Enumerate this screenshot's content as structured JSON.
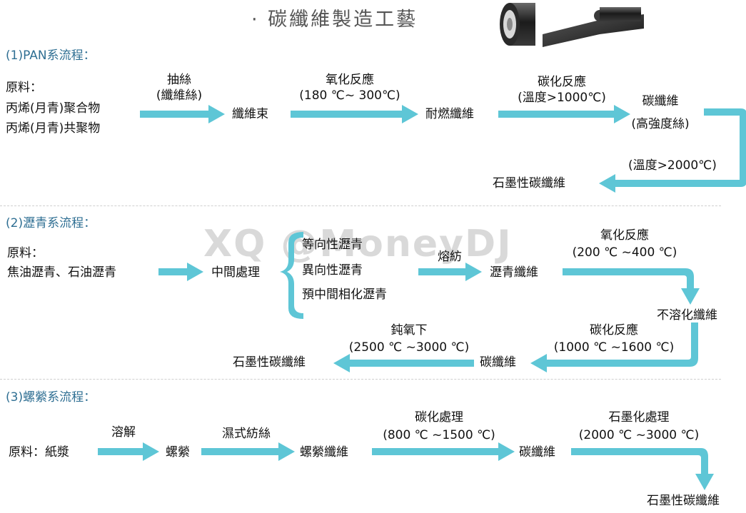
{
  "title": "· 碳纖維製造工藝",
  "watermark": "XQ @MoneyDJ",
  "colors": {
    "arrow": "#5ec6d6",
    "section": "#2f6f93"
  },
  "pan": {
    "header": "(1)PAN系流程：",
    "raw_label": "原料：",
    "raw_1": "丙烯(月青)聚合物",
    "raw_2": "丙烯(月青)共聚物",
    "step1_top": "抽絲",
    "step1_bottom": "(纖維絲)",
    "node1": "纖維束",
    "step2_top": "氧化反應",
    "step2_bottom": "(180 ℃~ 300℃)",
    "node2": "耐燃纖維",
    "step3_top": "碳化反應",
    "step3_bottom": "(溫度>1000℃)",
    "node3_top": "碳纖維",
    "node3_bottom": "(高強度絲)",
    "step4": "(溫度>2000℃)",
    "final": "石墨性碳纖維"
  },
  "pitch": {
    "header": "(2)瀝青系流程：",
    "raw_label": "原料：",
    "raw_1": "焦油瀝青、石油瀝青",
    "node1": "中間處理",
    "branch_1": "等向性瀝青",
    "branch_2": "異向性瀝青",
    "branch_3": "預中間相化瀝青",
    "step2": "熔紡",
    "node2": "瀝青纖維",
    "step3_top": "氧化反應",
    "step3_bottom": "(200 ℃ ~400 ℃)",
    "node3": "不溶化纖維",
    "step4_top": "碳化反應",
    "step4_bottom": "(1000 ℃ ~1600 ℃)",
    "node4": "碳纖維",
    "step5_top": "鈍氧下",
    "step5_bottom": "(2500 ℃ ~3000 ℃)",
    "final": "石墨性碳纖維"
  },
  "rayon": {
    "header": "(3)螺縈系流程：",
    "raw": "原料：紙漿",
    "step1": "溶解",
    "node1": "螺縈",
    "step2": "濕式紡絲",
    "node2": "螺縈纖維",
    "step3_top": "碳化處理",
    "step3_bottom": "(800 ℃ ~1500 ℃)",
    "node3": "碳纖維",
    "step4_top": "石墨化處理",
    "step4_bottom": "(2000 ℃ ~3000 ℃)",
    "final": "石墨性碳纖維"
  }
}
